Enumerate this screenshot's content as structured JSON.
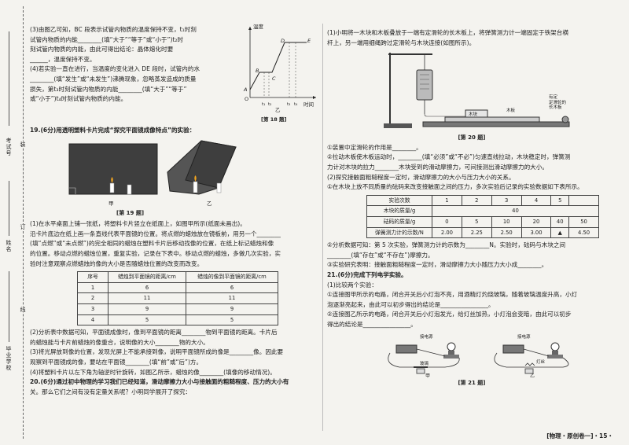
{
  "binding": {
    "exam_no": "考试号",
    "name": "姓名",
    "school": "毕业学校",
    "mark_seal": "装",
    "mark_bind": "订",
    "mark_line": "线"
  },
  "left": {
    "q18_3_l1": "(3)由图乙可知，BC 段表示试管内物质的温度保持不变，t₁时刻",
    "q18_3_l2": "试管内物质的内能________(填“大于”“等于”或“小于”)t₂时",
    "q18_3_l3": "刻试管内物质的内能，由此可得出结论：晶体熔化时要",
    "q18_3_l4": "______，温度保持不变。",
    "q18_4_l1": "(4)若实验一直在进行，当温度的变化进入 DE 段时，试管内的水",
    "q18_4_l2": "________(填“发生”或“未发生”)沸腾现象，忽略蒸发造成的质量",
    "q18_4_l3": "损失，第t₃时刻试管内物质的内能________(填“大于”“等于”",
    "q18_4_l4": "或“小于”)t₄时刻试管内物质的内能。",
    "graph": {
      "ylabel": "温度",
      "xlabel": "时间",
      "pts": [
        "A",
        "B",
        "C",
        "D",
        "E"
      ],
      "ticks": [
        "t₁",
        "t₂",
        "t₃",
        "t₄"
      ],
      "o": "O",
      "sub": "乙",
      "caption": "[第 18 题]"
    },
    "q19_title": "19.(6分)用透明塑料卡片完成“探究平面镜成像特点”的实验：",
    "fig19": {
      "a": "甲",
      "b": "乙",
      "caption": "[第 19 题]"
    },
    "q19_1": [
      "(1)在水平桌面上铺一张纸，将塑料卡片竖立在纸面上，如图甲所示(纸面未画出)。",
      "沿卡片底边在纸上画一条直线代表平面镜的位置。将点燃的蜡烛放在镜板前，用另一个________",
      "(填“点燃”或“未点燃”)的完全相同的蜡烛在塑料卡片后移动找像的位置，在纸上标记蜡烛和像",
      "的位置。移动点燃的蜡烛位置，重复实验，记录在下表中。移动点燃的蜡烛，多做几次实验，实",
      "验时注意观察点燃蜡烛的像的大小是否随蜡烛位置的改变而改变。"
    ],
    "table19": {
      "head": [
        "序号",
        "蜡烛到平面镜的距离/cm",
        "蜡烛的像到平面镜的距离/cm"
      ],
      "rows": [
        [
          "1",
          "6",
          "6"
        ],
        [
          "2",
          "11",
          "11"
        ],
        [
          "3",
          "9",
          "9"
        ],
        [
          "4",
          "5",
          "5"
        ]
      ]
    },
    "q19_2": [
      "(2)分析表中数据可知，平面镜成像时，像到平面镜的距离________物到平面镜的距离。卡片后",
      "的蜡烛能与卡片前蜡烛的像重合，说明像的大小________物的大小。",
      "(3)将光屏放到像的位置，发现光屏上不能承接到像，说明平面镜所成的像是________像。因此要",
      "观察到平面镜成的像，要站在平面镜________(填“前”或“后”)方。",
      "(4)将塑料卡片以左下角为轴逆时针旋转，如图乙所示，蜡烛的像________(填像的移动情况)。"
    ],
    "q20_l1": "20.(6分)通过初中物理的学习我们已经知道，滑动摩擦力大小与接触面的粗糙程度、压力的大小有",
    "q20_l2": "关。那么它们之间有没有定量关系呢？小明同学展开了探究："
  },
  "right": {
    "q20_1_l1": "(1)小明将一木块和木板叠放于一端有定滑轮的长木板上，将弹簧测力计一端固定于铁架台横",
    "q20_1_l2": "杆上，另一端用细绳跨过定滑轮与木块连接(如图所示)。",
    "fig20": {
      "block": "木块",
      "board": "木板",
      "pulley": "定滑轮的",
      "pulley2": "长木板",
      "pulley0": "有定",
      "caption": "[第 20 题]"
    },
    "q20_lines": [
      "①装置中定滑轮的作用是________。",
      "②拉动木板使木板运动时，________(填“必须”或“不必”)匀速直线拉动，木块稳定时，弹簧测",
      "力计对木块的拉力________木块受到的滑动摩擦力，可间接测出滑动摩擦力的大小。",
      "(2)探究接触面粗糙程度一定时，滑动摩擦力的大小与压力大小的关系。",
      "①在木块上放不同质量的砝码来改变接触面之间的压力，多次实验后记录的实验数据如下表所示。"
    ],
    "table20": {
      "head": [
        "实验次数",
        "1",
        "2",
        "3",
        "4",
        "5"
      ],
      "row1": {
        "label": "木块的质量/g",
        "value": "40"
      },
      "row2": {
        "label": "砝码的质量/g",
        "vals": [
          "0",
          "5",
          "10",
          "20",
          "40",
          "50"
        ]
      },
      "row3": {
        "label": "弹簧测力计的示数/N",
        "vals": [
          "2.00",
          "2.25",
          "2.50",
          "3.00",
          "▲",
          "4.50"
        ]
      }
    },
    "q20_more": [
      "②分析数据可知：第 5 次实验，弹簧测力计的示数为________N。实验时，砝码与木块之间",
      "________(填“存在”或“不存在”)摩擦力。",
      "③实验研究表明：接触面粗糙程度一定时，滑动摩擦力大小随压力大小成________。"
    ],
    "q21_title": "21.(6分)完成下列电学实验。",
    "q21_lines": [
      "(1)比较两个实验：",
      "①连接图甲所示的电路，闭合开关后小灯泡不亮，用酒精灯灼烧玻璃，随着玻璃温度升高，小灯",
      "泡逐渐亮起来，由此可以初步得出的结论是________________。",
      "②连接图乙所示的电路，闭合开关后小灯泡发光，给灯丝加热，小灯泡会变暗，由此可以初步",
      "得出的结论是________________。"
    ],
    "fig21": {
      "power1": "接电源",
      "power2": "接电源",
      "glass": "玻璃",
      "fil": "灯丝",
      "a": "甲",
      "b": "乙",
      "caption": "[第 21 题]"
    }
  },
  "footer": "[物理・原创卷一]・15・"
}
